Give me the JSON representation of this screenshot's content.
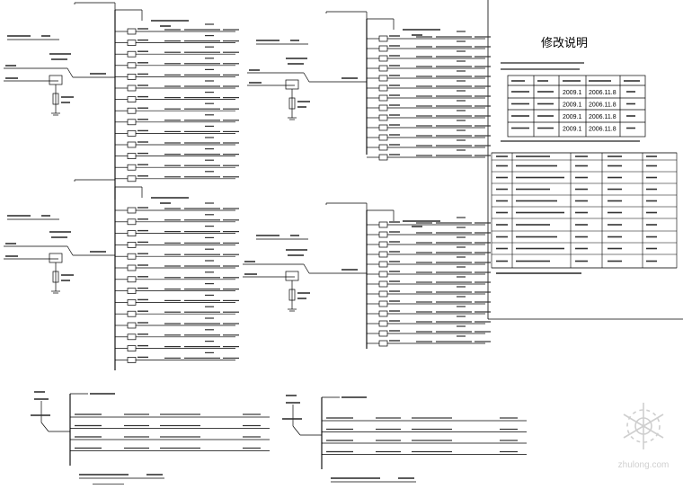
{
  "revision_notes": {
    "title": "修改说明",
    "table_rows": [
      {
        "date": "2009.1",
        "date2": "2006.11.8"
      },
      {
        "date": "2009.1",
        "date2": "2006.11.8"
      },
      {
        "date": "2009.1",
        "date2": "2006.11.8"
      },
      {
        "date": "2009.1",
        "date2": "2006.11.8"
      }
    ]
  },
  "watermark": {
    "text": "zhulong.com"
  }
}
